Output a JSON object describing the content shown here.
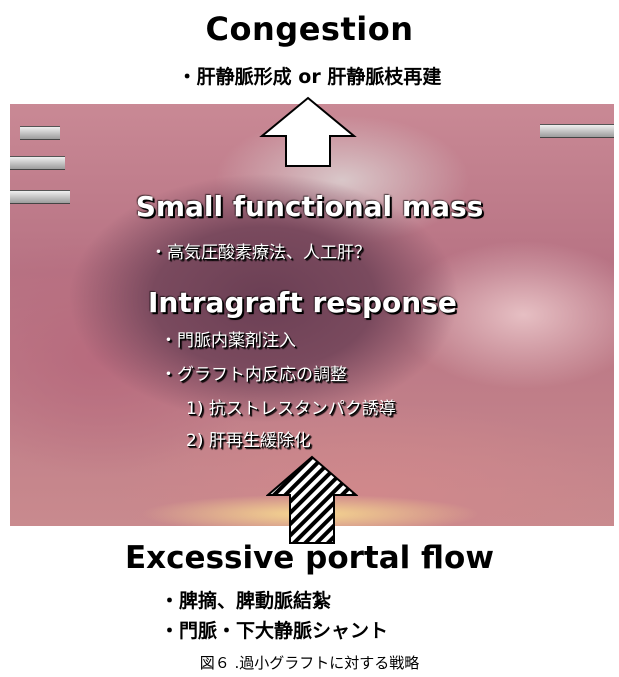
{
  "header": {
    "title": "Congestion",
    "subtitle": "・肝静脈形成 or 肝静脈枝再建"
  },
  "photo": {
    "small_mass_title": "Small functional mass",
    "small_mass_item": "・高気圧酸素療法、人工肝？",
    "intragraft_title": "Intragraft response",
    "intragraft_items": [
      "・門脈内薬剤注入",
      "・グラフト内反応の調整"
    ],
    "intragraft_subitems": [
      "1) 抗ストレスタンパク誘導",
      "2) 肝再生緩除化"
    ]
  },
  "footer": {
    "title": "Excessive portal flow",
    "items": [
      "・脾摘、脾動脈結紮",
      "・門脈・下大静脈シャント"
    ]
  },
  "caption": "図６ .過小グラフトに対する戦略",
  "colors": {
    "arrow_up_fill": "#ffffff",
    "arrow_outline": "#000000",
    "arrow_hatch": "#000000",
    "overlay_text": "#ffffff"
  }
}
